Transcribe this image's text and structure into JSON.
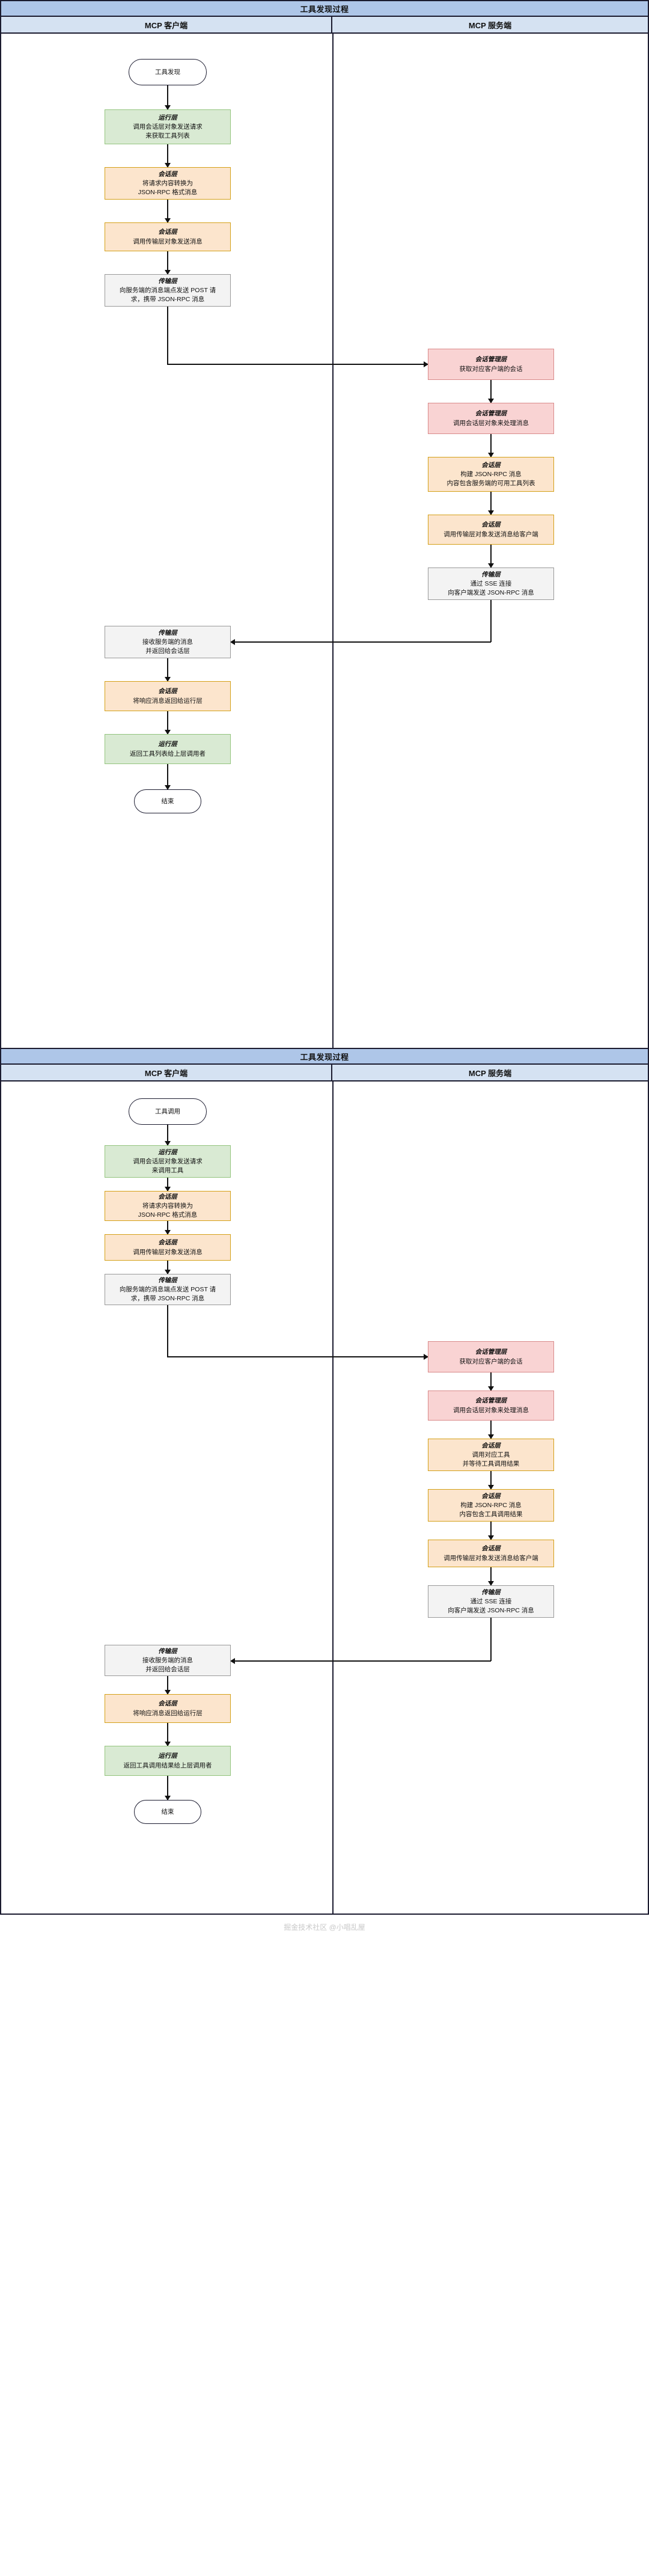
{
  "watermark": "掘金技术社区 @小唱乱屋",
  "colors": {
    "title_bar": "#aec6e8",
    "lane_header": "#d5e2f2",
    "runtime_layer": "#d9ead3",
    "session_layer": "#fce5cd",
    "transport_layer": "#f3f3f3",
    "session_mgmt_layer": "#f9d3d3",
    "border": "#1b1b2f"
  },
  "diagrams": [
    {
      "id": "tool-discovery",
      "title": "工具发现过程",
      "lanes": [
        {
          "id": "client",
          "label": "MCP 客户端"
        },
        {
          "id": "server",
          "label": "MCP 服务端"
        }
      ],
      "nodes": [
        {
          "id": "start",
          "lane": "client",
          "shape": "terminal",
          "color": "white",
          "layer": "",
          "desc": "工具发现"
        },
        {
          "id": "c1",
          "lane": "client",
          "shape": "process",
          "color": "green",
          "layer": "运行层",
          "desc": "调用会话层对象发送请求\n来获取工具列表"
        },
        {
          "id": "c2",
          "lane": "client",
          "shape": "process",
          "color": "orange",
          "layer": "会话层",
          "desc": "将请求内容转换为\nJSON-RPC 格式消息"
        },
        {
          "id": "c3",
          "lane": "client",
          "shape": "process",
          "color": "orange",
          "layer": "会话层",
          "desc": "调用传输层对象发送消息"
        },
        {
          "id": "c4",
          "lane": "client",
          "shape": "process",
          "color": "gray",
          "layer": "传输层",
          "desc": "向服务端的消息端点发送 POST 请\n求，携带 JSON-RPC 消息"
        },
        {
          "id": "s1",
          "lane": "server",
          "shape": "process",
          "color": "pink",
          "layer": "会话管理层",
          "desc": "获取对应客户端的会话"
        },
        {
          "id": "s2",
          "lane": "server",
          "shape": "process",
          "color": "pink",
          "layer": "会话管理层",
          "desc": "调用会话层对象来处理消息"
        },
        {
          "id": "s3",
          "lane": "server",
          "shape": "process",
          "color": "orange",
          "layer": "会话层",
          "desc": "构建 JSON-RPC 消息\n内容包含服务端的可用工具列表"
        },
        {
          "id": "s4",
          "lane": "server",
          "shape": "process",
          "color": "orange",
          "layer": "会话层",
          "desc": "调用传输层对象发送消息给客户端"
        },
        {
          "id": "s5",
          "lane": "server",
          "shape": "process",
          "color": "gray",
          "layer": "传输层",
          "desc": "通过 SSE 连接\n向客户端发送 JSON-RPC 消息"
        },
        {
          "id": "c5",
          "lane": "client",
          "shape": "process",
          "color": "gray",
          "layer": "传输层",
          "desc": "接收服务端的消息\n并返回给会话层"
        },
        {
          "id": "c6",
          "lane": "client",
          "shape": "process",
          "color": "orange",
          "layer": "会话层",
          "desc": "将响应消息返回给运行层"
        },
        {
          "id": "c7",
          "lane": "client",
          "shape": "process",
          "color": "green",
          "layer": "运行层",
          "desc": "返回工具列表给上层调用者"
        },
        {
          "id": "end",
          "lane": "client",
          "shape": "terminal",
          "color": "white",
          "layer": "",
          "desc": "结束"
        }
      ]
    },
    {
      "id": "tool-invocation",
      "title": "工具发现过程",
      "lanes": [
        {
          "id": "client",
          "label": "MCP 客户端"
        },
        {
          "id": "server",
          "label": "MCP 服务端"
        }
      ],
      "nodes": [
        {
          "id": "start",
          "lane": "client",
          "shape": "terminal",
          "color": "white",
          "layer": "",
          "desc": "工具调用"
        },
        {
          "id": "c1",
          "lane": "client",
          "shape": "process",
          "color": "green",
          "layer": "运行层",
          "desc": "调用会话层对象发送请求\n来调用工具"
        },
        {
          "id": "c2",
          "lane": "client",
          "shape": "process",
          "color": "orange",
          "layer": "会话层",
          "desc": "将请求内容转换为\nJSON-RPC 格式消息"
        },
        {
          "id": "c3",
          "lane": "client",
          "shape": "process",
          "color": "orange",
          "layer": "会话层",
          "desc": "调用传输层对象发送消息"
        },
        {
          "id": "c4",
          "lane": "client",
          "shape": "process",
          "color": "gray",
          "layer": "传输层",
          "desc": "向服务端的消息端点发送 POST 请\n求，携带 JSON-RPC 消息"
        },
        {
          "id": "s1",
          "lane": "server",
          "shape": "process",
          "color": "pink",
          "layer": "会话管理层",
          "desc": "获取对应客户端的会话"
        },
        {
          "id": "s2",
          "lane": "server",
          "shape": "process",
          "color": "pink",
          "layer": "会话管理层",
          "desc": "调用会话层对象来处理消息"
        },
        {
          "id": "s3",
          "lane": "server",
          "shape": "process",
          "color": "orange",
          "layer": "会话层",
          "desc": "调用对应工具\n并等待工具调用结果"
        },
        {
          "id": "s4",
          "lane": "server",
          "shape": "process",
          "color": "orange",
          "layer": "会话层",
          "desc": "构建 JSON-RPC 消息\n内容包含工具调用结果"
        },
        {
          "id": "s5",
          "lane": "server",
          "shape": "process",
          "color": "orange",
          "layer": "会话层",
          "desc": "调用传输层对象发送消息给客户端"
        },
        {
          "id": "s6",
          "lane": "server",
          "shape": "process",
          "color": "gray",
          "layer": "传输层",
          "desc": "通过 SSE 连接\n向客户端发送 JSON-RPC 消息"
        },
        {
          "id": "c5",
          "lane": "client",
          "shape": "process",
          "color": "gray",
          "layer": "传输层",
          "desc": "接收服务端的消息\n并返回给会话层"
        },
        {
          "id": "c6",
          "lane": "client",
          "shape": "process",
          "color": "orange",
          "layer": "会话层",
          "desc": "将响应消息返回给运行层"
        },
        {
          "id": "c7",
          "lane": "client",
          "shape": "process",
          "color": "green",
          "layer": "运行层",
          "desc": "返回工具调用结果给上层调用者"
        },
        {
          "id": "end",
          "lane": "client",
          "shape": "terminal",
          "color": "white",
          "layer": "",
          "desc": "结束"
        }
      ]
    }
  ]
}
